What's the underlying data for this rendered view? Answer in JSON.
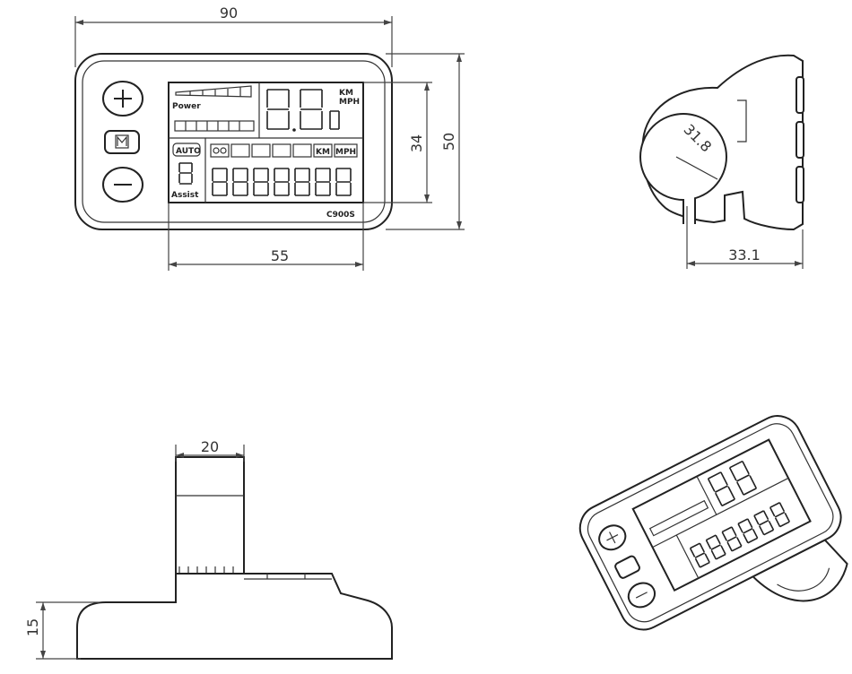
{
  "dimensions": {
    "width": "90",
    "height": "50",
    "screen_height": "34",
    "screen_width": "55",
    "clamp_width": "33.1",
    "clamp_diameter": "31.8",
    "stem_width": "20",
    "side_height": "15"
  },
  "display": {
    "power_label": "Power",
    "auto_label": "AUTO",
    "assist_label": "Assist",
    "km_label": "KM",
    "mph_label": "MPH",
    "model_label": "C900S"
  },
  "buttons": {
    "plus_icon": "plus-icon",
    "mode_icon": "m-icon",
    "minus_icon": "minus-icon"
  }
}
